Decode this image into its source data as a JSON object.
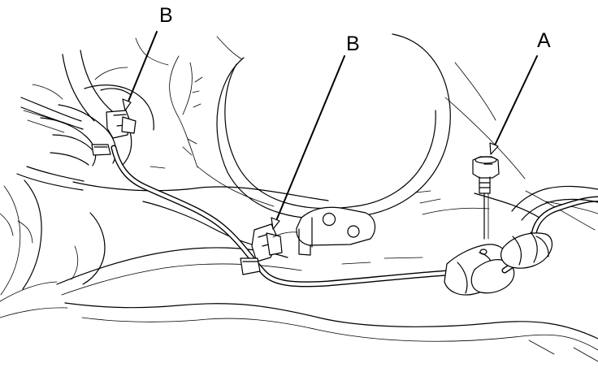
{
  "callouts": {
    "b_left": "B",
    "b_center": "B",
    "a_right": "A"
  },
  "colors": {
    "ink": "#000000",
    "paper": "#ffffff"
  }
}
